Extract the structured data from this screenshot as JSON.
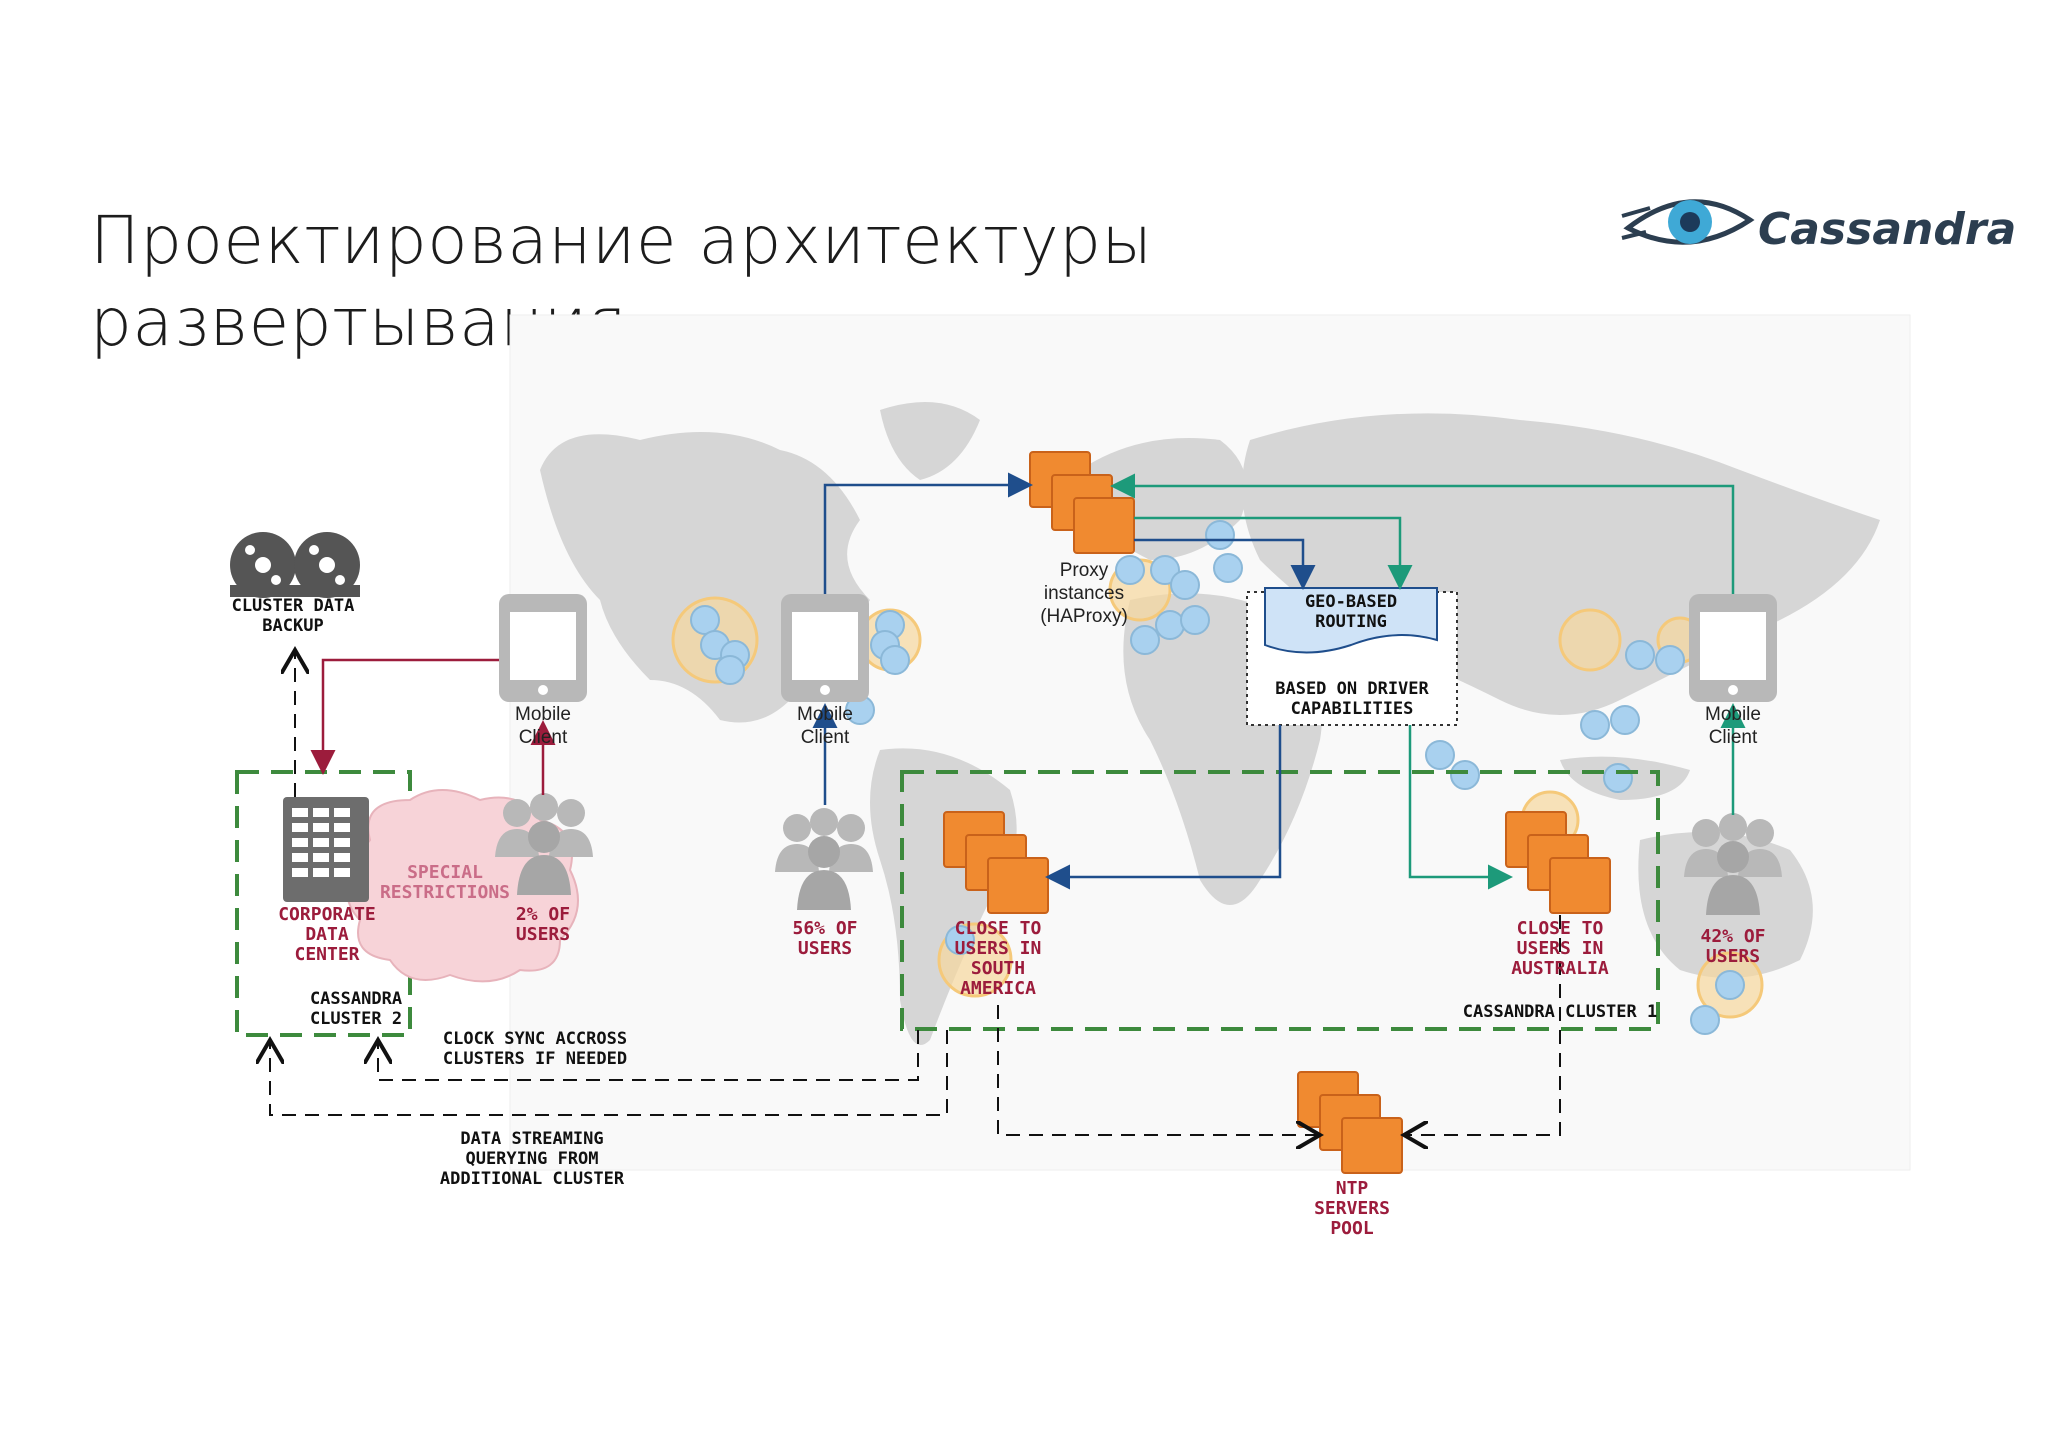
{
  "title": {
    "line1": "Проектирование архитектуры",
    "line2": "развертывания"
  },
  "logo": {
    "text": "Cassandra",
    "icon": "eye-icon"
  },
  "labels": {
    "backup": [
      "CLUSTER DATA",
      "BACKUP"
    ],
    "mobile_left": [
      "Mobile",
      "Client"
    ],
    "mobile_mid": [
      "Mobile",
      "Client"
    ],
    "mobile_right": [
      "Mobile",
      "Client"
    ],
    "proxy": [
      "Proxy",
      "instances",
      "(HAProxy)"
    ],
    "geo_routing": [
      "GEO-BASED",
      "ROUTING"
    ],
    "driver_caps": [
      "BASED ON DRIVER",
      "CAPABILITIES"
    ],
    "special": [
      "SPECIAL",
      "RESTRICTIONS"
    ],
    "corp": [
      "CORPORATE",
      "DATA",
      "CENTER"
    ],
    "users_2": [
      "2% OF",
      "USERS"
    ],
    "users_56": [
      "56% OF",
      "USERS"
    ],
    "users_42": [
      "42% OF",
      "USERS"
    ],
    "cluster2": [
      "CASSANDRA",
      "CLUSTER 2"
    ],
    "cluster1": "CASSANDRA CLUSTER 1",
    "south_america": [
      "CLOSE TO",
      "USERS IN",
      "SOUTH",
      "AMERICA"
    ],
    "australia": [
      "CLOSE TO",
      "USERS IN",
      "AUSTRALIA"
    ],
    "clock_sync": [
      "CLOCK SYNC ACCROSS",
      "CLUSTERS IF NEEDED"
    ],
    "data_streaming": [
      "DATA STREAMING",
      "QUERYING FROM",
      "ADDITIONAL CLUSTER"
    ],
    "ntp": [
      "NTP",
      "SERVERS",
      "POOL"
    ]
  },
  "colors": {
    "map": "#d6d6d6",
    "orange": "#f08a30",
    "orange_dark": "#c9621a",
    "blue_dot": "#a9d1ef",
    "halo": "#f5c97a",
    "green_dash": "#3d8a3d",
    "navy_arrow": "#1f4e8c",
    "teal_arrow": "#1d9a7a",
    "red_arrow": "#9c1c3c",
    "maroon_text": "#9c1c3c",
    "device": "#b8b8b8"
  }
}
